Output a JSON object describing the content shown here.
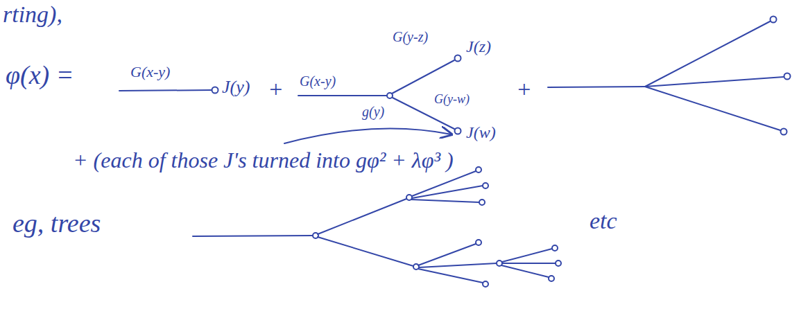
{
  "diagram": {
    "labels": [
      "rting),",
      "φ(x) =",
      "G(x-y)",
      "J(y)",
      "+",
      "G(x-y)",
      "g(y)",
      "G(y-z)",
      "J(z)",
      "G(y-w)",
      "J(w)",
      "+",
      "+ (each of those J's turned into gφ² + λφ³ )",
      "eg, trees",
      "etc"
    ]
  }
}
